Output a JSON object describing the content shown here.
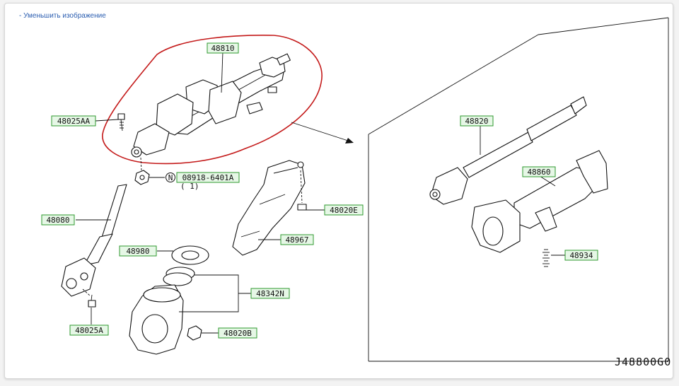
{
  "toolbar": {
    "shrink_link": "- Уменьшить изображение"
  },
  "diagram": {
    "code": "J48800G0",
    "labels": {
      "p48810": "48810",
      "p48025AA": "48025AA",
      "p08918": "08918-6401A",
      "p08918_qty": "( 1)",
      "circle_n": "N",
      "p48080": "48080",
      "p48020E": "48020E",
      "p48967": "48967",
      "p48980": "48980",
      "p48342N": "48342N",
      "p48025A": "48025A",
      "p48020B": "48020B",
      "p48820": "48820",
      "p48860": "48860",
      "p48934": "48934"
    },
    "colors": {
      "highlight": "#c41a1a",
      "label_bg": "#e6f7e6",
      "label_border": "#2f9a2f"
    }
  }
}
